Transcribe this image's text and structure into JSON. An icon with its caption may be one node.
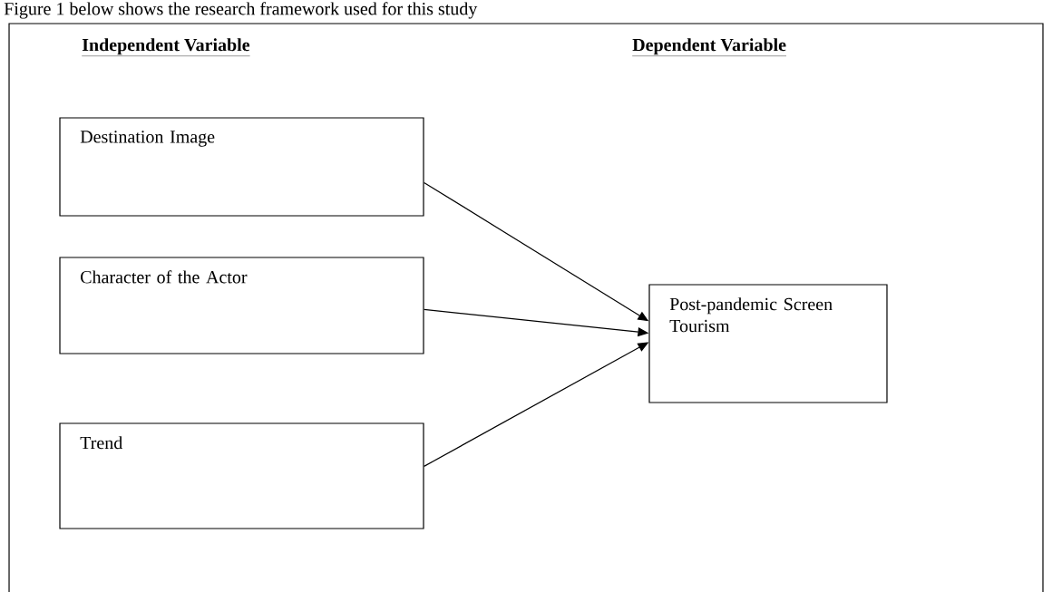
{
  "diagram": {
    "caption": "Figure 1 below shows the research framework used for this study",
    "nodes": [
      {
        "text": [
          "Destination Image"
        ]
      },
      {
        "text": [
          "Character of the Actor"
        ]
      },
      {
        "text": [
          "Trend"
        ]
      },
      {
        "text": [
          "Post-pandemic Screen Tourism"
        ]
      }
    ],
    "edges": [
      {
        "from": 0,
        "to": 3,
        "arrow": "to"
      },
      {
        "from": 1,
        "to": 3,
        "arrow": "to"
      },
      {
        "from": 2,
        "to": 3,
        "arrow": "to"
      }
    ],
    "labels": [
      "Independent Variable",
      "Dependent Variable"
    ]
  }
}
